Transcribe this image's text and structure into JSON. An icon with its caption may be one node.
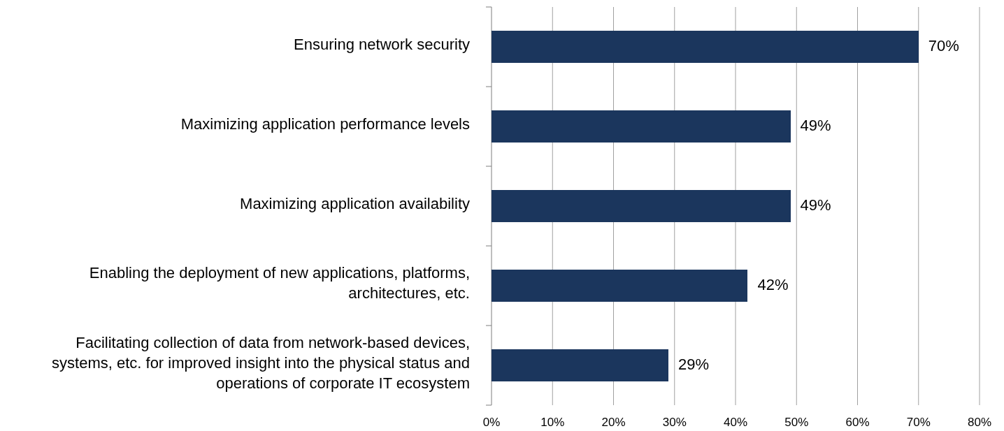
{
  "diagram": {
    "chart_data": {
      "type": "bar",
      "orientation": "horizontal",
      "categories": [
        "Ensuring network security",
        "Maximizing application performance levels",
        "Maximizing application availability",
        "Enabling the deployment of new applications, platforms, architectures, etc.",
        "Facilitating collection of data from network-based devices, systems, etc. for improved insight into the physical status and operations of corporate IT ecosystem"
      ],
      "series": [
        {
          "color": "#1b365d",
          "values": [
            70,
            49,
            49,
            42,
            29
          ]
        }
      ],
      "value_labels": [
        "70%",
        "49%",
        "49%",
        "42%",
        "29%"
      ],
      "xlim": [
        0,
        80
      ],
      "grid": true,
      "xticks": [
        {
          "value": 0,
          "label": "0%"
        },
        {
          "value": 10,
          "label": "10%"
        },
        {
          "value": 20,
          "label": "20%"
        },
        {
          "value": 30,
          "label": "30%"
        },
        {
          "value": 40,
          "label": "40%"
        },
        {
          "value": 50,
          "label": "50%"
        },
        {
          "value": 60,
          "label": "60%"
        },
        {
          "value": 70,
          "label": "70%"
        },
        {
          "value": 80,
          "label": "80%"
        }
      ]
    }
  }
}
